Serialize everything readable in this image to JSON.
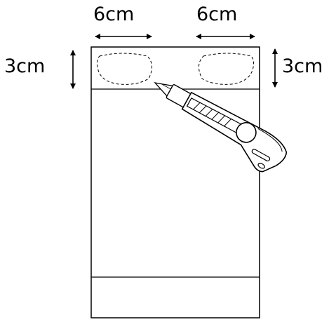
{
  "labels": {
    "top_left_width": "6cm",
    "top_right_width": "6cm",
    "left_height": "3cm",
    "right_height": "3cm"
  },
  "colors": {
    "stroke": "#000000",
    "background": "#ffffff",
    "knife_fill": "#ffffff"
  },
  "icons": {
    "cutter": "utility-knife-icon"
  }
}
